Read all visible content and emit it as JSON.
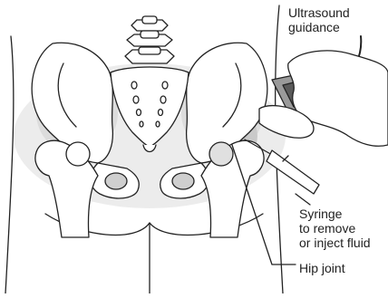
{
  "labels": {
    "ultrasound": [
      "Ultrasound",
      "guidance"
    ],
    "syringe": [
      "Syringe",
      "to remove",
      "or inject fluid"
    ],
    "hip_joint": "Hip joint"
  },
  "colors": {
    "line": "#222222",
    "bone": "#ffffff",
    "shade": "#d9d9d9",
    "shade_dark": "#bdbdbd",
    "skin_hand": "#ffffff"
  }
}
